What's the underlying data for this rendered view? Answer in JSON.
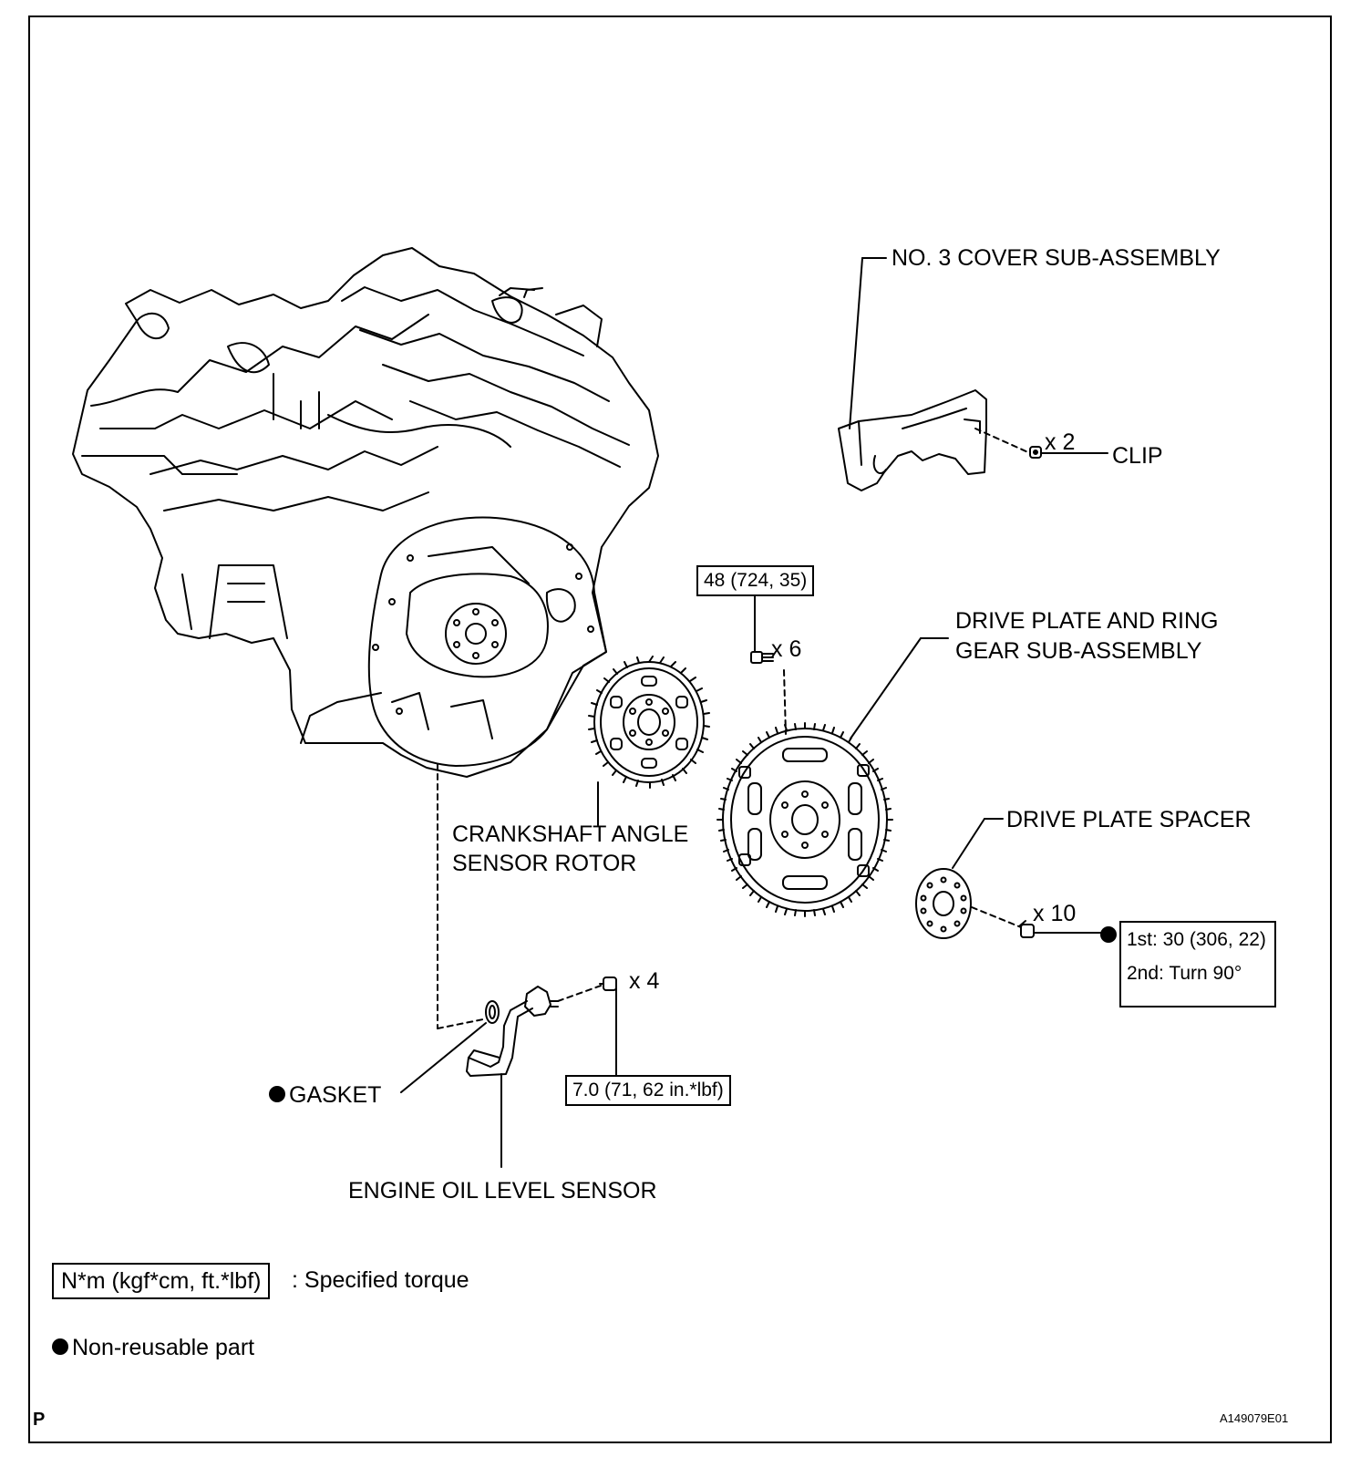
{
  "labels": {
    "cover": "NO. 3 COVER SUB-ASSEMBLY",
    "clip": "CLIP",
    "clip_qty": "x 2",
    "drive_plate": [
      "DRIVE PLATE AND RING",
      "GEAR SUB-ASSEMBLY"
    ],
    "drive_bolt_qty": "x 6",
    "crank_rotor": [
      "CRANKSHAFT ANGLE",
      "SENSOR ROTOR"
    ],
    "spacer": "DRIVE PLATE SPACER",
    "spacer_bolt_qty": "x 10",
    "oil_sensor_bolt_qty": "x 4",
    "gasket": "GASKET",
    "oil_sensor": "ENGINE OIL LEVEL SENSOR"
  },
  "torques": {
    "drive_plate": "48 (724, 35)",
    "spacer": [
      "1st: 30 (306, 22)",
      "2nd: Turn 90°"
    ],
    "oil_sensor": "7.0 (71, 62 in.*lbf)"
  },
  "legend": {
    "torque_box": "N*m (kgf*cm, ft.*lbf)",
    "torque_text": ": Specified torque",
    "non_reusable": "Non-reusable part"
  },
  "corner_mark": "P",
  "figure_id": "A149079E01",
  "icons": [
    "engine-block-drawing",
    "cover-part-drawing",
    "clip-bolt-icon",
    "gear-plate-drawing",
    "bolt-icon",
    "gasket-ring-icon",
    "oil-sensor-drawing",
    "non-reusable-dot-icon"
  ]
}
